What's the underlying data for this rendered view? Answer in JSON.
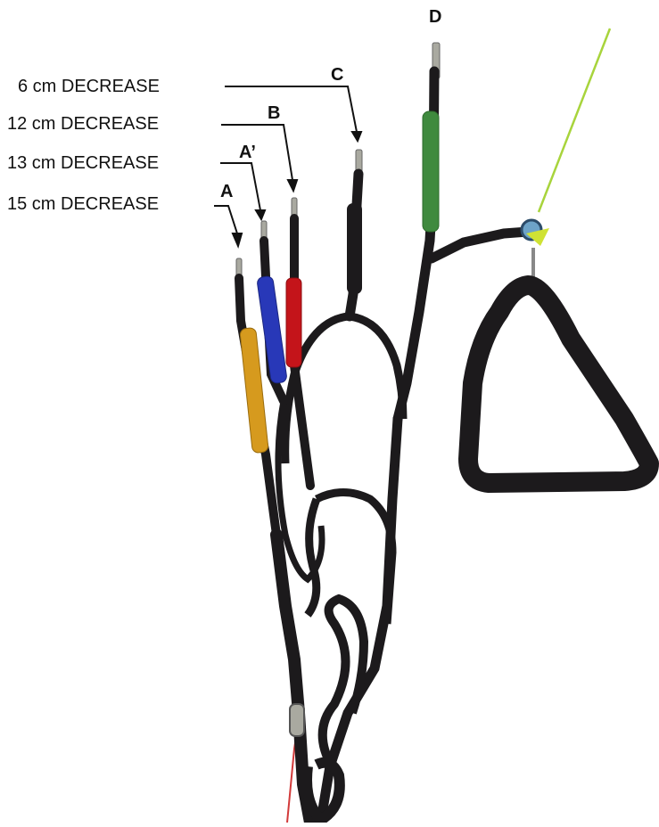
{
  "labels": {
    "dec_6": "6 cm DECREASE",
    "dec_12": "12 cm DECREASE",
    "dec_13": "13 cm DECREASE",
    "dec_15": "15 cm DECREASE"
  },
  "letters": {
    "a": "A",
    "a_prime": "A’",
    "b": "B",
    "c": "C",
    "d": "D"
  },
  "colors": {
    "strap": "#1c1a1c",
    "riser_a": "#d69a1e",
    "riser_a_prime": "#2838b8",
    "riser_b": "#c4141a",
    "riser_d": "#3f8a3e",
    "line_green": "#a8d43c",
    "line_red": "#d23a3a",
    "metal": "#a9a9a0"
  }
}
